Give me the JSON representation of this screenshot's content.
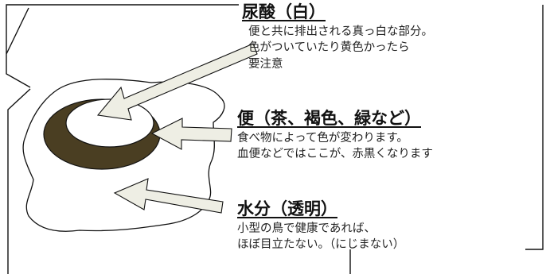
{
  "uric_acid": {
    "title": "尿酸（白）",
    "lines": [
      "便と共に排出される真っ白な部分。",
      "色がついていたり黄色かったら",
      "要注意"
    ]
  },
  "stool": {
    "title": "便（茶、褐色、緑など）",
    "lines": [
      "食べ物によって色が変わります。",
      "血便などではここが、赤黒くなります"
    ]
  },
  "water": {
    "title": "水分（透明）",
    "lines": [
      "小型の鳥で健康であれば、",
      "ほぼ目立たない。（にじまない）"
    ]
  },
  "colors": {
    "stool_ring": "#4a3e22",
    "uric_center": "#ffffff",
    "arrow_fill": "#eeeee4",
    "outline": "#111111"
  }
}
